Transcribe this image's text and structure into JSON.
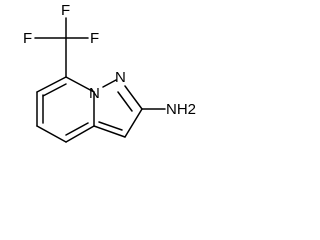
{
  "molecule": {
    "atoms": {
      "f_top": "F",
      "f_left": "F",
      "f_right": "F",
      "n_bridge": "N",
      "n_ring": "N",
      "amine": "NH2"
    }
  }
}
